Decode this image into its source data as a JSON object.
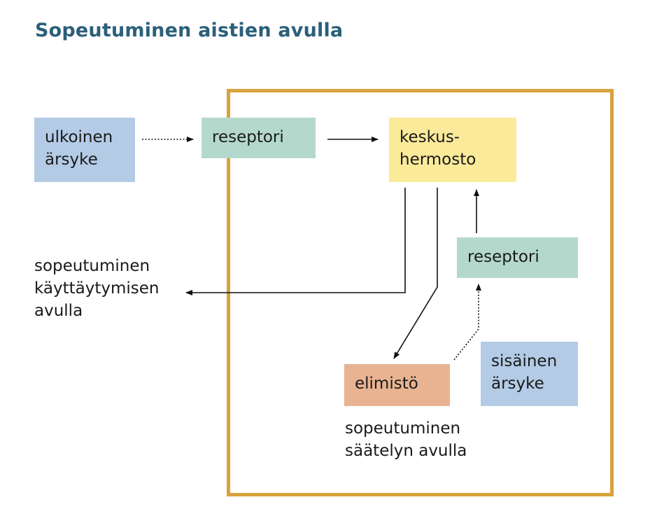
{
  "title": "Sopeutuminen aistien avulla",
  "nodes": {
    "external_stimulus": {
      "lines": [
        "ulkoinen",
        "ärsyke"
      ]
    },
    "receptor_top": {
      "lines": [
        "reseptori"
      ]
    },
    "cns": {
      "lines": [
        "keskus-",
        "hermosto"
      ]
    },
    "receptor_right": {
      "lines": [
        "reseptori"
      ]
    },
    "organism": {
      "lines": [
        "elimistö"
      ]
    },
    "internal_stimulus": {
      "lines": [
        "sisäinen",
        "ärsyke"
      ]
    }
  },
  "labels": {
    "behavior_adaptation": {
      "lines": [
        "sopeutuminen",
        "käyttäytymisen",
        "avulla"
      ]
    },
    "regulation_adaptation": {
      "lines": [
        "sopeutuminen",
        "säätelyn avulla"
      ]
    }
  },
  "colors": {
    "title": "#2b5f7a",
    "frame": "#d8a23c",
    "stimulus": "#b4cbe6",
    "receptor": "#b4d9cc",
    "cns": "#faea99",
    "organism": "#e8b391"
  }
}
